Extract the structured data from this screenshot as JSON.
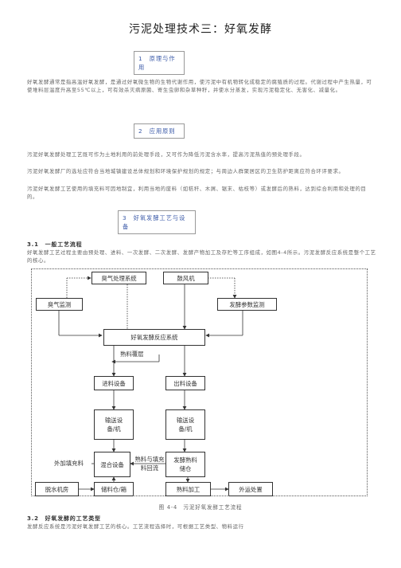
{
  "title": "污泥处理技术三：好氧发酵",
  "sections": {
    "s1": "1　原理与作用",
    "s2": "2　应用原则",
    "s3": "3　好氧发酵工艺与设备"
  },
  "paragraphs": {
    "p1": "好氧发酵通常是指高温好氧发酵，是通过好氧微生物的生物代谢作用，使污泥中有机物转化成稳定的腐殖质的过程。代谢过程中产生热量，可使堆料层温度升高至55℃以上，可有效杀灭病原菌、寄生虫卵和杂草种籽，并使水分蒸发，实现污泥稳定化、无害化、减量化。",
    "p2a": "污泥好氧发酵处理工艺既可作为土地利用的前处理手段，又可作为降低污泥含水率，提高污泥热值的预处理手段。",
    "p2b": "污泥好氧发酵厂的选址应符合当地城镇建设总体规划和环境保护规划的规定；与周边人群聚居区的卫生防护距离应符合环评要求。",
    "p2c": "污泥好氧发酵工艺使用的填充料可因地制宜，利用当地的废料（如秸秆、木屑、锯末、枯枝等）或发酵后的熟料，达到综合利用和处理的目的。",
    "h31": "3.1　一般工艺流程",
    "p3": "好氧发酵工艺过程主要由预处理、进料、一次发酵、二次发酵、发酵产物加工及存贮等工序组成，如图4-4所示。污泥发酵反应系统是整个工艺的核心。",
    "h32": "3.2　好氧发酵的工艺类型",
    "p4": "发酵反应系统是污泥好氧发酵工艺的核心。工艺流程选择时，可根据工艺类型、物料运行"
  },
  "flowchart": {
    "exhaust_system": "臭气处理系统",
    "blower": "鼓风机",
    "odor_monitor": "臭气监测",
    "param_monitor": "发酵参数监测",
    "reactor": "好氧发酵反应系统",
    "return_label": "熟料覆层",
    "feed_equipment": "进料设备",
    "discharge_equipment": "出料设备",
    "conveyor_left": "输送设备/机",
    "conveyor_right": "输送设备/机",
    "external_filler": "外加填充料",
    "mixer": "混合设备",
    "recycle_label": "熟料与填充料回流",
    "storage": "发酵熟料储仓",
    "dewatering_room": "脱水机房",
    "storage_silo": "储料仓/箱",
    "product_processing": "熟料加工",
    "transport": "外运处置"
  },
  "caption": "图 4-4　污泥好氧发酵工艺流程"
}
